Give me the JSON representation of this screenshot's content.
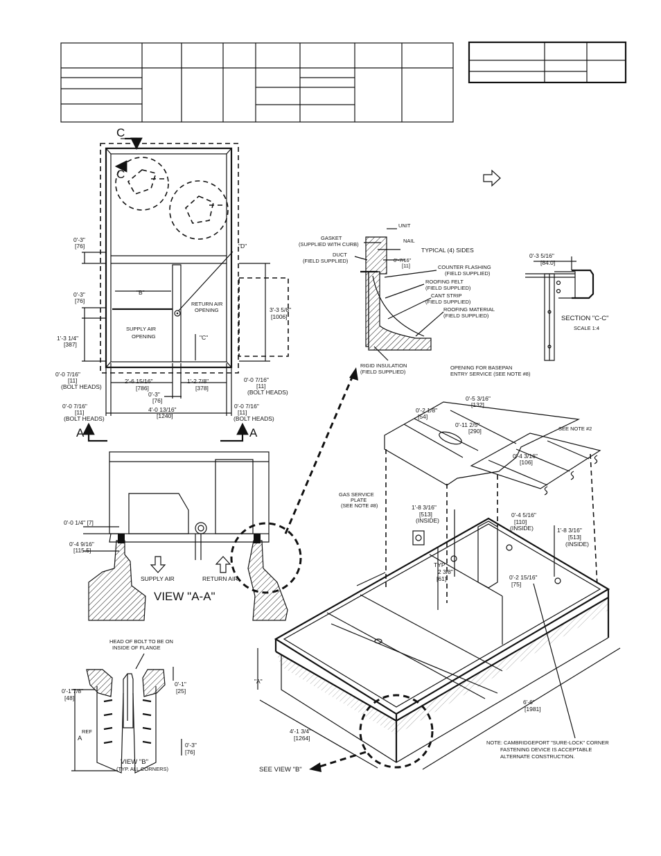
{
  "top_view": {
    "section_c": "C",
    "section_c2": "C",
    "label_a_left": "A",
    "label_a_right": "A",
    "label_b": "\"B\"",
    "label_c": "\"C\"",
    "label_d": "\"D\"",
    "return_air_opening": [
      "RETURN AIR",
      "OPENING"
    ],
    "supply_air_opening": [
      "SUPPLY AIR",
      "OPENING"
    ],
    "dim_left_1": [
      "0'-3\"",
      "[76]"
    ],
    "dim_left_2": [
      "0'-3\"",
      "[76]"
    ],
    "dim_left_3": [
      "1'-3 1/4\"",
      "[387]"
    ],
    "dim_bolt_left": [
      "0'-0 7/16\"",
      "[11]",
      "(BOLT HEADS)"
    ],
    "dim_supply_width": [
      "2'-6 15/16\"",
      "[786]"
    ],
    "dim_return_width": [
      "1'-2 7/8\"",
      "[378]"
    ],
    "dim_center": [
      "0'-3\"",
      "[76]"
    ],
    "dim_right_height": [
      "3'-3 5/8\"",
      "[1006]"
    ],
    "dim_bolt_right": [
      "0'-0 7/16\"",
      "[11]",
      "(BOLT HEADS)"
    ],
    "dim_overall": [
      "4'-0 13/16\"",
      "[1240]"
    ],
    "dim_bolt_bottom_left": [
      "0'-0 7/16\"",
      "[11]",
      "(BOLT HEADS)"
    ],
    "dim_bolt_bottom_right": [
      "0'-0 7/16\"",
      "[11]",
      "(BOLT HEADS)"
    ]
  },
  "view_aa": {
    "title": "VIEW \"A-A\"",
    "dim_1": "0'-0 1/4\" [7]",
    "dim_2": [
      "0'-4 9/16\"",
      "[115.5]"
    ],
    "supply_air": "SUPPLY AIR",
    "return_air": "RETURN AIR"
  },
  "curb_detail": {
    "unit": "UNIT",
    "gasket": [
      "GASKET",
      "(SUPPLIED WITH CURB)"
    ],
    "nail": "NAIL",
    "typical": "TYPICAL (4) SIDES",
    "duct": [
      "DUCT",
      "(FIELD SUPPLIED)"
    ],
    "dim_duct": [
      "0'-7/16\"",
      "[11]"
    ],
    "counter_flashing": [
      "COUNTER FLASHING",
      "(FIELD SUPPLIED)"
    ],
    "roofing_felt": [
      "ROOFING FELT",
      "(FIELD SUPPLIED)"
    ],
    "cant_strip": [
      "CANT STRIP",
      "(FIELD SUPPLIED)"
    ],
    "roofing_material": [
      "ROOFING MATERIAL",
      "(FIELD SUPPLIED)"
    ],
    "rigid_insulation": [
      "RIGID INSULATION",
      "(FIELD SUPPLIED)"
    ]
  },
  "section_cc": {
    "dim": [
      "0'-3 5/16\"",
      "[84.0]"
    ],
    "title": "SECTION \"C-C\"",
    "scale": "SCALE 1:4"
  },
  "curb_iso": {
    "baseplan_opening": [
      "OPENING FOR BASEPAN",
      "ENTRY SERVICE (SEE NOTE #8)"
    ],
    "dim_1": [
      "0'-5 3/16\"",
      "[132]"
    ],
    "dim_2": [
      "0'-2 1/8\"",
      "[54]"
    ],
    "dim_3": [
      "0'-11 2/5\"",
      "[290]"
    ],
    "see_note_2": "SEE NOTE #2",
    "dim_4": [
      "0'-4 3/16\"",
      "[106]"
    ],
    "gas_service_plate": [
      "GAS SERVICE",
      "PLATE",
      "(SEE NOTE #8)"
    ],
    "dim_5": [
      "1'-8 3/16\"",
      "[513]",
      "(INSIDE)"
    ],
    "dim_6": [
      "0'-4 5/16\"",
      "[110]",
      "(INSIDE)"
    ],
    "dim_7": [
      "1'-8 3/16\"",
      "[513]",
      "(INSIDE)"
    ],
    "dim_typ": [
      "TYP",
      "2 3/8\"",
      "[61]"
    ],
    "dim_8": [
      "0'-2 15/16\"",
      "[75]"
    ],
    "dim_a": "\"A\"",
    "dim_length": [
      "6'-6\"",
      "[1981]"
    ],
    "dim_width": [
      "4'-1 3/4\"",
      "[1264]"
    ],
    "see_view_b": "SEE VIEW \"B\"",
    "note": [
      "NOTE: CAMBRIDGEPORT \"SURE-LOCK\" CORNER",
      "FASTENING DEVICE IS ACCEPTABLE",
      "ALTERNATE CONSTRUCTION."
    ]
  },
  "view_b": {
    "bolt_note": [
      "HEAD OF BOLT TO BE ON",
      "INSIDE OF FLANGE"
    ],
    "dim_1": [
      "0'-1 7/8\"",
      "[48]"
    ],
    "dim_2": [
      "0'-1\"",
      "[25]"
    ],
    "dim_3": [
      "0'-3\"",
      "[76]"
    ],
    "a_ref": [
      "A",
      "REF"
    ],
    "title": "VIEW \"B\"",
    "subtitle": "(TYP. ALL CORNERS)"
  }
}
